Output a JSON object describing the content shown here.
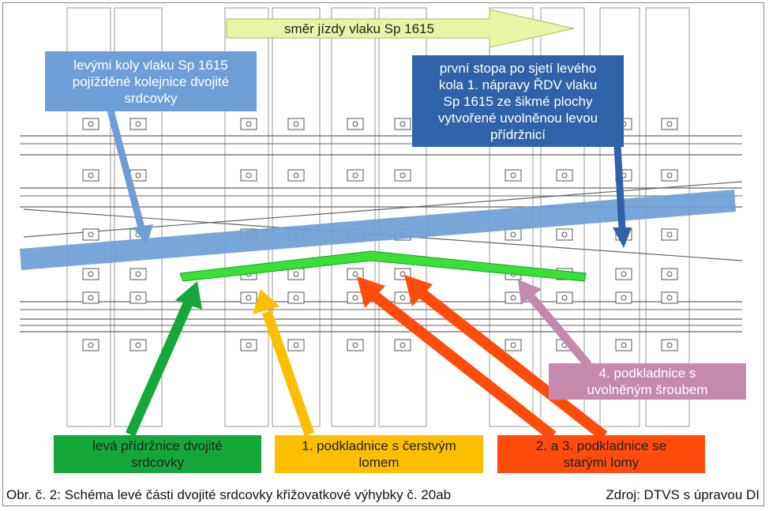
{
  "direction_arrow": {
    "text": "směr jízdy vlaku Sp 1615"
  },
  "callouts": {
    "left_wheels": {
      "line1": "levými koly vlaku Sp 1615",
      "line2": "pojížděné kolejnice dvojité",
      "line3": "srdcovky"
    },
    "first_trace": {
      "line1": "první stopa po sjetí levého",
      "line2": "kola 1. nápravy ŘDV vlaku",
      "line3": "Sp 1615 ze šikmé plochy",
      "line4": "vytvořené uvolněnou levou",
      "line5": "přídržnicí"
    },
    "plate4": {
      "line1": "4. podkladnice s",
      "line2": "uvolněným šroubem"
    },
    "guard_rail": {
      "line1": "levá přídržnice dvojité",
      "line2": "srdcovky"
    },
    "plate1": {
      "line1": "1. podkladnice s čerstvým",
      "line2": "lomem"
    },
    "plates23": {
      "line1": "2. a 3. podkladnice se",
      "line2": "starými lomy"
    }
  },
  "caption": {
    "left": "Obr. č. 2: Schéma levé části dvojité srdcovky křižovatkové výhybky č. 20ab",
    "right": "Zdroj: DTVS s úpravou DI"
  },
  "colors": {
    "direction": "#e8f5a6",
    "light_blue": "#6e9ed6",
    "dark_blue": "#2f62a8",
    "green_rail": "#38e038",
    "green": "#14a83a",
    "yellow": "#fdbf00",
    "red": "#ff4b0c",
    "pink": "#c489ac"
  }
}
